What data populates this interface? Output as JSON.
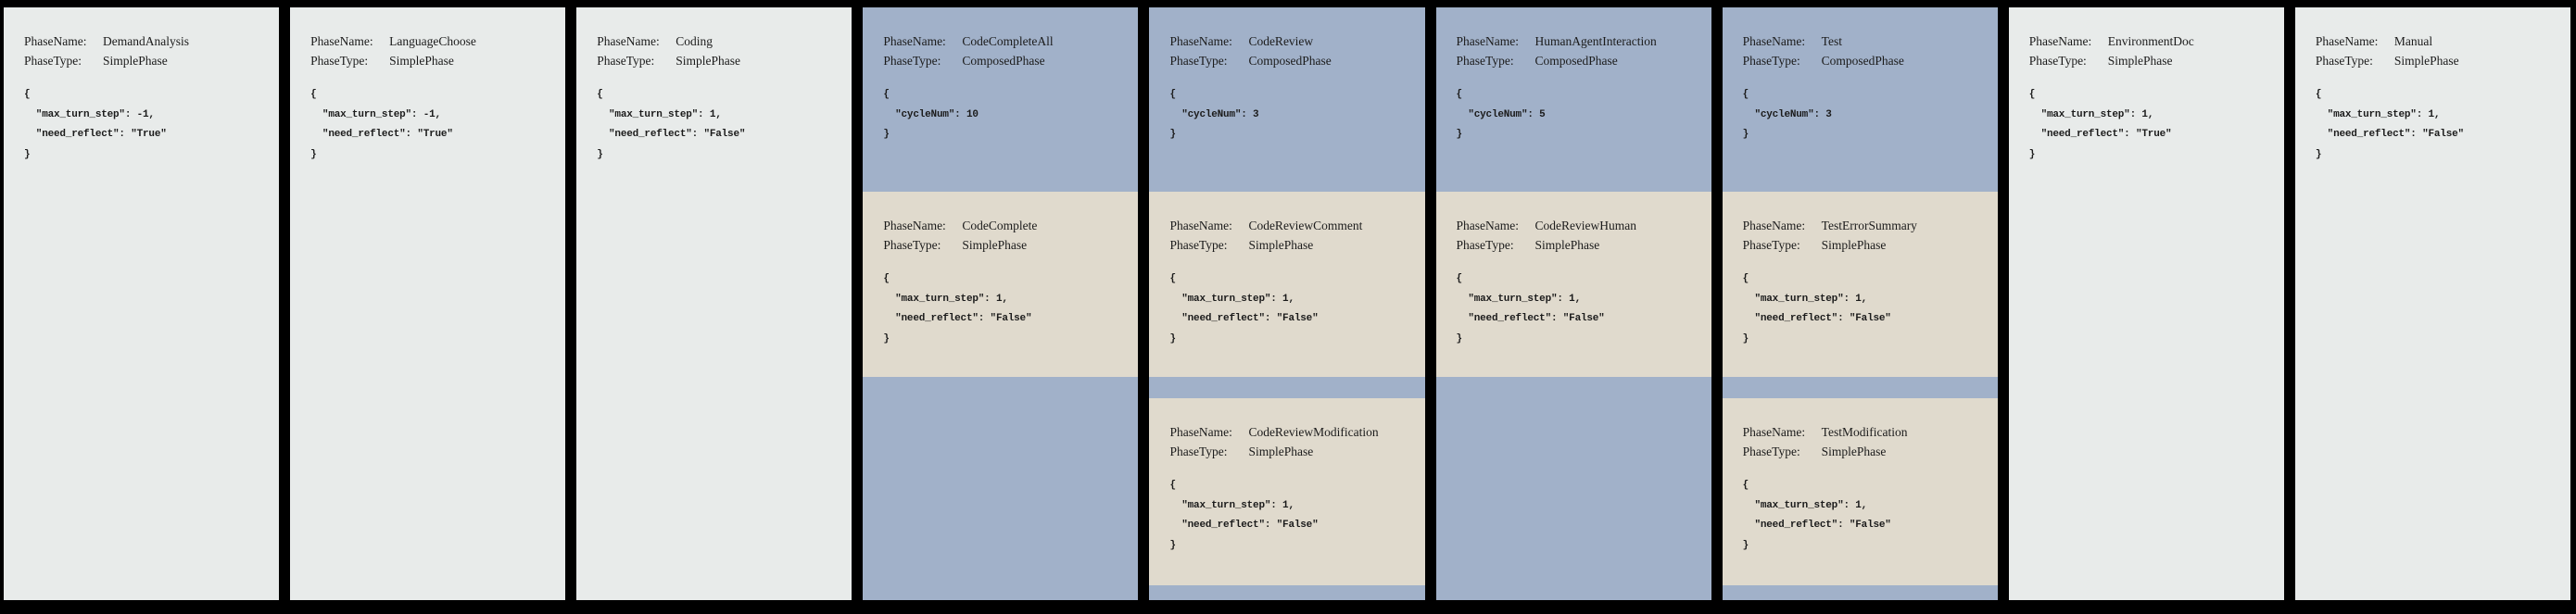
{
  "labels": {
    "phase_name": "PhaseName:",
    "phase_type": "PhaseType:"
  },
  "colors": {
    "background": "#000000",
    "simple_phase_bg": "#e8ebea",
    "composed_phase_bg": "#a1b1c9",
    "sub_phase_bg": "#e0dacd",
    "text": "#1b1b1b"
  },
  "phases": [
    {
      "name": "DemandAnalysis",
      "type": "SimplePhase",
      "config": "{\n  \"max_turn_step\": -1,\n  \"need_reflect\": \"True\"\n}"
    },
    {
      "name": "LanguageChoose",
      "type": "SimplePhase",
      "config": "{\n  \"max_turn_step\": -1,\n  \"need_reflect\": \"True\"\n}"
    },
    {
      "name": "Coding",
      "type": "SimplePhase",
      "config": "{\n  \"max_turn_step\": 1,\n  \"need_reflect\": \"False\"\n}"
    },
    {
      "name": "CodeCompleteAll",
      "type": "ComposedPhase",
      "config": "{\n  \"cycleNum\": 10\n}",
      "sub_phases": [
        {
          "name": "CodeComplete",
          "type": "SimplePhase",
          "config": "{\n  \"max_turn_step\": 1,\n  \"need_reflect\": \"False\"\n}"
        }
      ]
    },
    {
      "name": "CodeReview",
      "type": "ComposedPhase",
      "config": "{\n  \"cycleNum\": 3\n}",
      "sub_phases": [
        {
          "name": "CodeReviewComment",
          "type": "SimplePhase",
          "config": "{\n  \"max_turn_step\": 1,\n  \"need_reflect\": \"False\"\n}"
        },
        {
          "name": "CodeReviewModification",
          "type": "SimplePhase",
          "config": "{\n  \"max_turn_step\": 1,\n  \"need_reflect\": \"False\"\n}"
        }
      ]
    },
    {
      "name": "HumanAgentInteraction",
      "type": "ComposedPhase",
      "config": "{\n  \"cycleNum\": 5\n}",
      "sub_phases": [
        {
          "name": "CodeReviewHuman",
          "type": "SimplePhase",
          "config": "{\n  \"max_turn_step\": 1,\n  \"need_reflect\": \"False\"\n}"
        }
      ]
    },
    {
      "name": "Test",
      "type": "ComposedPhase",
      "config": "{\n  \"cycleNum\": 3\n}",
      "sub_phases": [
        {
          "name": "TestErrorSummary",
          "type": "SimplePhase",
          "config": "{\n  \"max_turn_step\": 1,\n  \"need_reflect\": \"False\"\n}"
        },
        {
          "name": "TestModification",
          "type": "SimplePhase",
          "config": "{\n  \"max_turn_step\": 1,\n  \"need_reflect\": \"False\"\n}"
        }
      ]
    },
    {
      "name": "EnvironmentDoc",
      "type": "SimplePhase",
      "config": "{\n  \"max_turn_step\": 1,\n  \"need_reflect\": \"True\"\n}"
    },
    {
      "name": "Manual",
      "type": "SimplePhase",
      "config": "{\n  \"max_turn_step\": 1,\n  \"need_reflect\": \"False\"\n}"
    }
  ]
}
